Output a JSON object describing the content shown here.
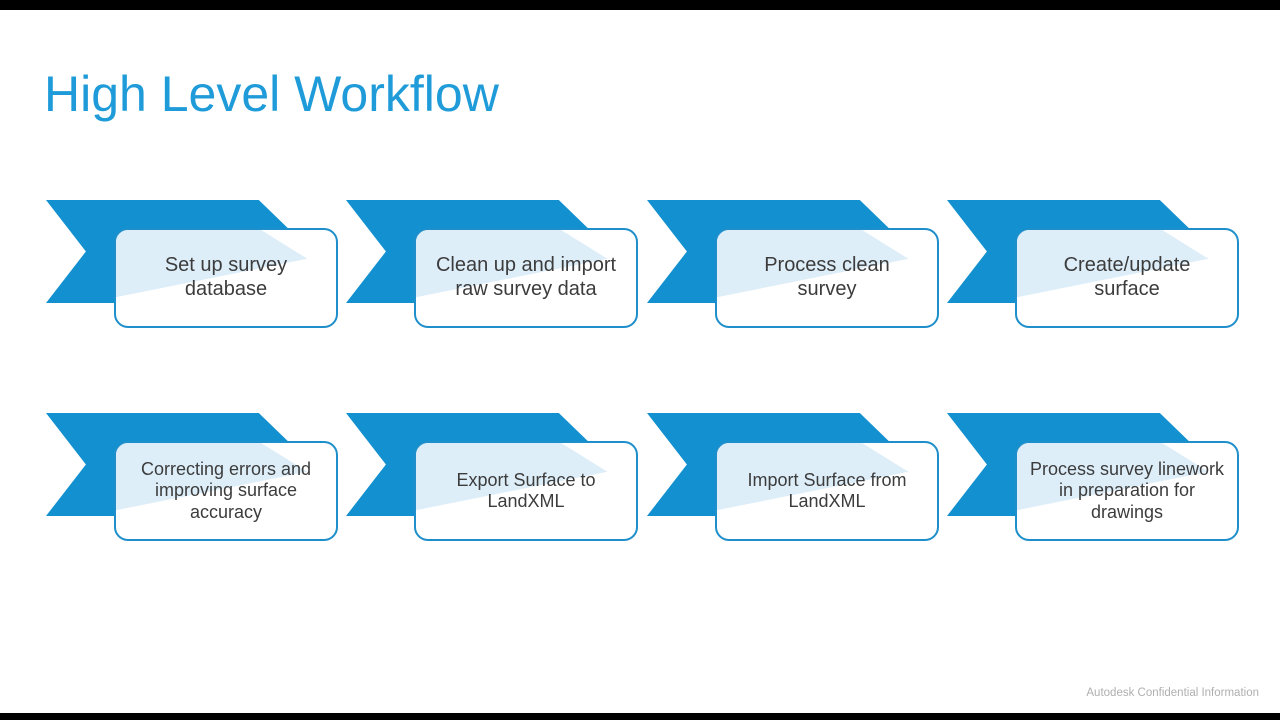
{
  "slide": {
    "title": "High Level Workflow",
    "footer": "Autodesk Confidential Information"
  },
  "colors": {
    "title_blue": "#1E9BD8",
    "chevron_blue": "#1290CF",
    "card_border_blue": "#1E8FCA",
    "watermark_light_blue": "#DEEEF9",
    "step_text_gray": "#3C3C3C",
    "footer_gray": "#AFAFAF",
    "letterbox_black": "#000000"
  },
  "workflow": {
    "rows": [
      {
        "steps": [
          {
            "label": "Set up survey\ndatabase"
          },
          {
            "label": "Clean up and import\nraw survey data"
          },
          {
            "label": "Process clean\nsurvey"
          },
          {
            "label": "Create/update\nsurface"
          }
        ]
      },
      {
        "steps": [
          {
            "label": "Correcting errors and\nimproving surface\naccuracy"
          },
          {
            "label": "Export Surface to\nLandXML"
          },
          {
            "label": "Import Surface from\nLandXML"
          },
          {
            "label": "Process survey linework\nin preparation for\ndrawings"
          }
        ]
      }
    ]
  }
}
